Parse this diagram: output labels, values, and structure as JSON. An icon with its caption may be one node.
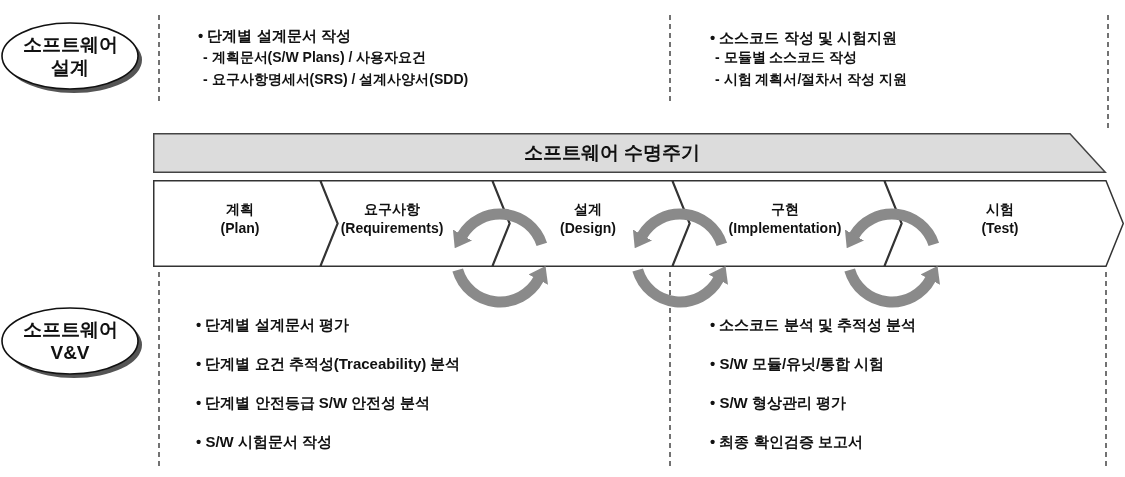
{
  "diagram": {
    "nodes": [
      {
        "text": [
          "소프트웨어 설계"
        ]
      },
      {
        "text": [
          "소프트웨어 수명주기"
        ]
      },
      {
        "text": [
          "계획 (Plan)"
        ]
      },
      {
        "text": [
          "요구사항 (Requirements)"
        ]
      },
      {
        "text": [
          "설계 (Design)"
        ]
      },
      {
        "text": [
          "구현 (Implementation)"
        ]
      },
      {
        "text": [
          "시험 (Test)"
        ]
      },
      {
        "text": [
          "소프트웨어 V&V"
        ]
      }
    ],
    "edges": [
      {
        "from": 4,
        "to": 3,
        "arrow": "to"
      },
      {
        "from": 3,
        "to": 4,
        "arrow": "to"
      },
      {
        "from": 5,
        "to": 4,
        "arrow": "to"
      },
      {
        "from": 4,
        "to": 5,
        "arrow": "to"
      },
      {
        "from": 6,
        "to": 5,
        "arrow": "to"
      },
      {
        "from": 5,
        "to": 6,
        "arrow": "to"
      }
    ],
    "labels": [
      "• 단계별 설계문서 작성",
      "- 계획문서(S/W Plans) / 사용자요건",
      "- 요구사항명세서(SRS) / 설계사양서(SDD)",
      "• 소스코드 작성 및 시험지원",
      "- 모듈별 소스코드 작성",
      "- 시험 계획서/절차서 작성 지원",
      "• 단계별 설계문서 평가",
      "• 단계별 요건 추적성(Traceability) 분석",
      "• 단계별 안전등급 S/W 안전성 분석",
      "• S/W 시험문서 작성",
      "• 소스코드 분석 및 추적성 분석",
      "• S/W 모듈/유닛/통합 시험",
      "• S/W 형상관리 평가",
      "• 최종 확인검증 보고서"
    ]
  }
}
